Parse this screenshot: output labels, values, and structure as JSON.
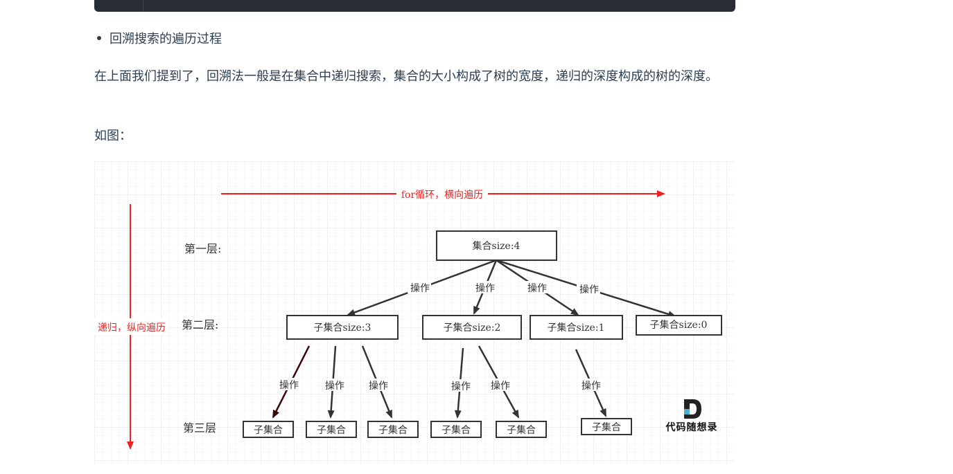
{
  "bullet": {
    "text": "回溯搜索的遍历过程"
  },
  "paragraph": {
    "text": "在上面我们提到了，回溯法一般是在集合中递归搜索，集合的大小构成了树的宽度，递归的深度构成的树的深度。"
  },
  "caption": {
    "text": "如图："
  },
  "diagram": {
    "horizontal_arrow_label": "for循环，横向遍历",
    "vertical_arrow_label": "递归，纵向遍历",
    "levels": {
      "level1": "第一层:",
      "level2": "第二层:",
      "level3": "第三层"
    },
    "root": "集合size:4",
    "second_level_nodes": [
      "子集合size:3",
      "子集合size:2",
      "子集合size:1",
      "子集合size:0"
    ],
    "third_level_nodes": [
      "子集合",
      "子集合",
      "子集合",
      "子集合",
      "子集合",
      "子集合"
    ],
    "edge_label": "操作",
    "logo_text": "代码随想录",
    "colors": {
      "accent_red": "#f02020",
      "node_border": "#333333",
      "grid": "#ececec"
    }
  }
}
